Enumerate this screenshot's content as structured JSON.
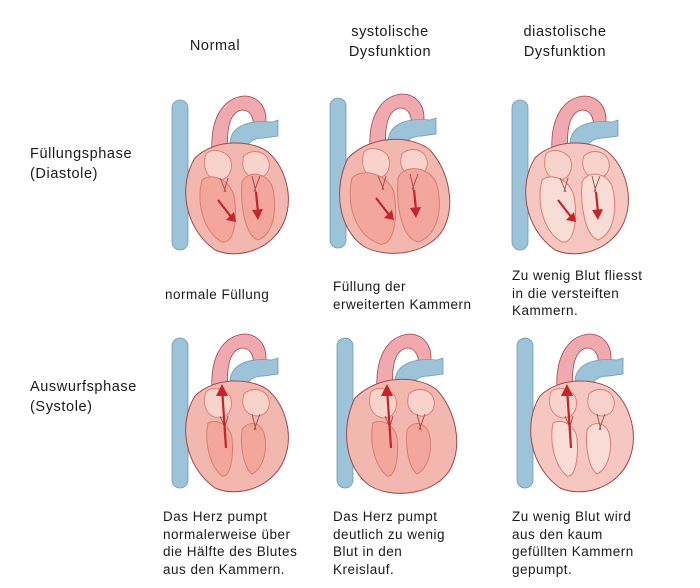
{
  "columns": [
    "Normal",
    "systolische\nDysfunktion",
    "diastolische\nDysfunktion"
  ],
  "rows": [
    "Füllungsphase\n(Diastole)",
    "Auswurfsphase\n(Systole)"
  ],
  "captions": {
    "fill_normal": "normale Füllung",
    "fill_systolic": "Füllung der\nerweiterten Kammern",
    "fill_diastolic": "Zu wenig Blut fliesst\nin die versteiften\nKammern.",
    "eject_normal": "Das Herz pumpt\nnormalerweise über\ndie Hälfte des Blutes\naus den Kammern.",
    "eject_systolic": "Das Herz pumpt\ndeutlich zu wenig\nBlut in den\nKreislauf.",
    "eject_diastolic": "Zu wenig Blut wird\naus den kaum\ngefüllten Kammern\ngepumpt."
  },
  "hearts": [
    {
      "name": "heart-normal-diastole",
      "phase": "diastole",
      "variant": "normal"
    },
    {
      "name": "heart-systolic-diastole",
      "phase": "diastole",
      "variant": "dilated"
    },
    {
      "name": "heart-diastolic-diastole",
      "phase": "diastole",
      "variant": "stiff"
    },
    {
      "name": "heart-normal-systole",
      "phase": "systole",
      "variant": "normal"
    },
    {
      "name": "heart-systolic-systole",
      "phase": "systole",
      "variant": "dilated"
    },
    {
      "name": "heart-diastolic-systole",
      "phase": "systole",
      "variant": "stiff"
    }
  ],
  "colors": {
    "muscle": "#f2b8b0",
    "muscle_dark": "#e07a70",
    "chamber": "#f7d3cc",
    "vessel_blue": "#9cc3d8",
    "vessel_pink": "#f0a9ae",
    "arrow": "#c0262a",
    "outline": "#a04848"
  }
}
